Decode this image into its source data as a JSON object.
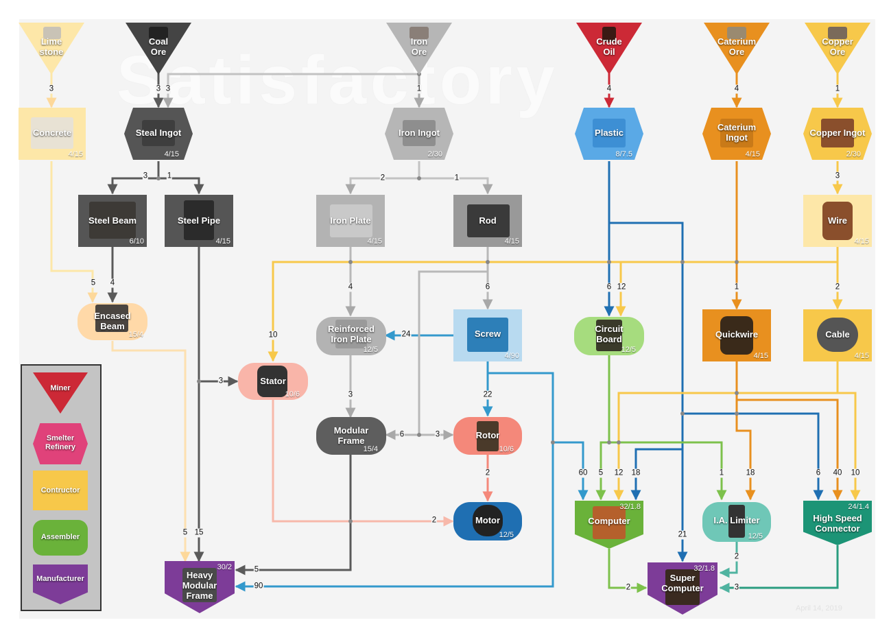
{
  "watermark": "Satisfactory",
  "date": "April 14, 2019",
  "colors": {
    "grey_dark": "#5a5a5a",
    "grey_light": "#a8a8a8",
    "yellow": "#f7c84a",
    "cream": "#fde7a8",
    "peach": "#ffd9a8",
    "blue": "#3399cc",
    "blue_dark": "#1f6fb2",
    "red": "#cc2936",
    "orange": "#e8901f",
    "green": "#7dc14b",
    "teal": "#2a9d7f",
    "purple": "#7d3c98",
    "salmon": "#f4887a",
    "pink": "#f7b8aa"
  },
  "nodes": {
    "limestone": {
      "label": "Lime\nstone",
      "icon": "limestone-icon"
    },
    "coal_ore": {
      "label": "Coal\nOre",
      "icon": "coal-icon"
    },
    "iron_ore": {
      "label": "Iron\nOre",
      "icon": "iron-ore-icon"
    },
    "crude_oil": {
      "label": "Crude\nOil",
      "icon": "oil-barrel-icon"
    },
    "caterium_ore": {
      "label": "Caterium\nOre",
      "icon": "caterium-ore-icon"
    },
    "copper_ore": {
      "label": "Copper\nOre",
      "icon": "copper-ore-icon"
    },
    "concrete": {
      "label": "Concrete",
      "rate": "4/15",
      "icon": "concrete-icon"
    },
    "steel_ingot": {
      "label": "Steal Ingot",
      "rate": "4/15",
      "icon": "steel-ingot-icon"
    },
    "iron_ingot": {
      "label": "Iron Ingot",
      "rate": "2/30",
      "icon": "iron-ingot-icon"
    },
    "plastic": {
      "label": "Plastic",
      "rate": "8/7.5",
      "icon": "plastic-icon"
    },
    "caterium_ingot": {
      "label": "Caterium\nIngot",
      "rate": "4/15",
      "icon": "caterium-ingot-icon"
    },
    "copper_ingot": {
      "label": "Copper Ingot",
      "rate": "2/30",
      "icon": "copper-ingot-icon"
    },
    "steel_beam": {
      "label": "Steel Beam",
      "rate": "6/10",
      "icon": "steel-beam-icon"
    },
    "steel_pipe": {
      "label": "Steel Pipe",
      "rate": "4/15",
      "icon": "steel-pipe-icon"
    },
    "iron_plate": {
      "label": "Iron Plate",
      "rate": "4/15",
      "icon": "iron-plate-icon"
    },
    "rod": {
      "label": "Rod",
      "rate": "4/15",
      "icon": "rod-icon"
    },
    "wire": {
      "label": "Wire",
      "rate": "4/15",
      "icon": "wire-icon"
    },
    "encased_beam": {
      "label": "Encased\nBeam",
      "rate": "15/4",
      "icon": "encased-beam-icon"
    },
    "reinforced_plate": {
      "label": "Reinforced\nIron Plate",
      "rate": "12/5",
      "icon": "reinforced-plate-icon"
    },
    "screw": {
      "label": "Screw",
      "rate": "4/90",
      "icon": "screw-icon"
    },
    "circuit_board": {
      "label": "Circuit\nBoard",
      "rate": "12/5",
      "icon": "circuit-board-icon"
    },
    "quickwire": {
      "label": "Quickwire",
      "rate": "4/15",
      "icon": "quickwire-icon"
    },
    "cable": {
      "label": "Cable",
      "rate": "4/15",
      "icon": "cable-icon"
    },
    "stator": {
      "label": "Stator",
      "rate": "10/6",
      "icon": "stator-icon"
    },
    "modular_frame": {
      "label": "Modular\nFrame",
      "rate": "15/4",
      "icon": "modular-frame-icon"
    },
    "rotor": {
      "label": "Rotor",
      "rate": "10/6",
      "icon": "rotor-icon"
    },
    "motor": {
      "label": "Motor",
      "rate": "12/5",
      "icon": "motor-icon"
    },
    "computer": {
      "label": "Computer",
      "rate": "32/1.8",
      "icon": "computer-icon"
    },
    "ia_limiter": {
      "label": "I.A. Limiter",
      "rate": "12/5",
      "icon": "limiter-icon"
    },
    "hs_connector": {
      "label": "High Speed\nConnector",
      "rate": "24/1.4",
      "icon": "connector-icon"
    },
    "hmf": {
      "label": "Heavy\nModular\nFrame",
      "rate": "30/2",
      "icon": "heavy-frame-icon"
    },
    "supercomputer": {
      "label": "Super\nComputer",
      "rate": "32/1.8",
      "icon": "supercomputer-icon"
    }
  },
  "edge_labels": {
    "lime_concrete": "3",
    "coal_steel_a": "3",
    "coal_steel_b": "3",
    "iron_ingot": "1",
    "oil_plastic": "4",
    "cat_ingot": "4",
    "copper_ingot": "1",
    "steel_beam": "3",
    "steel_pipe": "1",
    "plate": "2",
    "rod": "1",
    "wire": "3",
    "conc_encased": "5",
    "beam_encased": "4",
    "plate_rip": "4",
    "rod_screw": "6",
    "plastic_cb": "6",
    "copper_cb": "12",
    "quickwire": "1",
    "cable": "2",
    "wire_stator": "10",
    "screw_rip": "24",
    "pipe_stator": "3",
    "rip_frame": "3",
    "screw_rotor": "22",
    "rod_frame": "6",
    "rod_rotor": "3",
    "rotor_motor": "2",
    "stator_motor": "2",
    "comp_screw": "60",
    "comp_cb": "5",
    "comp_cable": "12",
    "comp_plastic": "18",
    "lim_copper": "1",
    "lim_quick": "18",
    "hs_quick": "6",
    "hs_cable": "40",
    "hs_cb": "10",
    "hmf_beam": "5",
    "hmf_pipe": "15",
    "hmf_frame": "5",
    "hmf_screw": "90",
    "sc_plastic": "21",
    "sc_lim": "2",
    "sc_comp": "2",
    "sc_hs": "3"
  },
  "legend": {
    "miner": "Miner",
    "smelter": "Smelter\nRefinery",
    "constructor": "Contructor",
    "assembler": "Assembler",
    "manufacturer": "Manufacturer"
  }
}
